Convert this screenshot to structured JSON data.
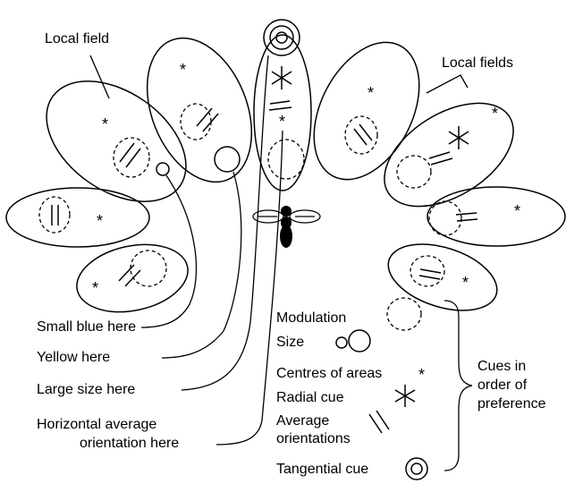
{
  "labels": {
    "local_field": "Local field",
    "local_fields": "Local fields",
    "small_blue": "Small blue here",
    "yellow": "Yellow here",
    "large_size": "Large size here",
    "horizontal_line1": "Horizontal average",
    "horizontal_line2": "orientation here"
  },
  "legend": {
    "modulation": "Modulation",
    "size": "Size",
    "centres": "Centres of areas",
    "radial": "Radial cue",
    "average_line1": "Average",
    "average_line2": "orientations",
    "tangential": "Tangential cue",
    "cues_group": "Cues in\norder of\npreference"
  },
  "icons": {
    "bee": "bee-icon",
    "centre_marker": "asterisk-small-icon",
    "radial_marker": "asterisk-large-icon",
    "tangential_marker": "concentric-circles-icon"
  }
}
